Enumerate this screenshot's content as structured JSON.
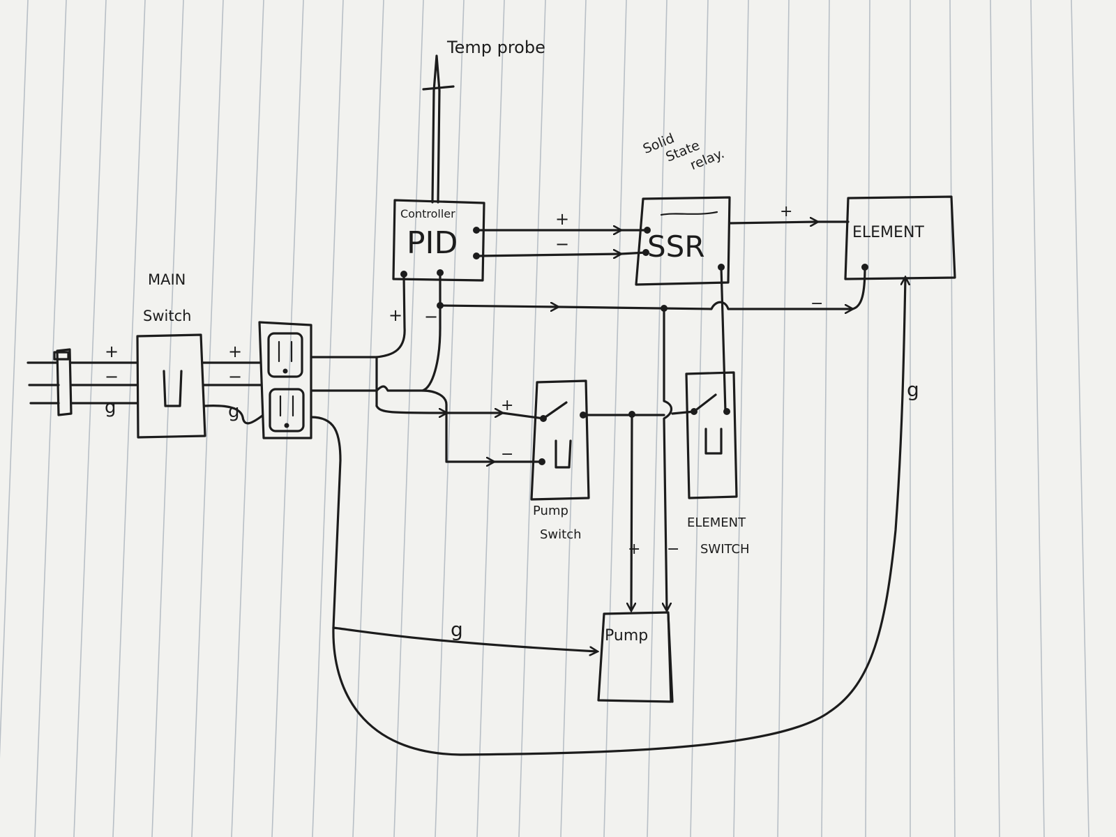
{
  "labels": {
    "temp_probe": "Temp probe",
    "solid_state_relay": [
      "Solid",
      "State",
      "relay."
    ],
    "controller": "Controller",
    "pid": "PID",
    "ssr": "SSR",
    "element": "ELEMENT",
    "main_switch": [
      "MAIN",
      "Switch"
    ],
    "pump_switch": [
      "Pump",
      "Switch"
    ],
    "element_switch": [
      "ELEMENT",
      "SWITCH"
    ],
    "pump": "Pump"
  },
  "wire_marks": {
    "plus": "+",
    "minus": "−",
    "ground": "g"
  },
  "colors": {
    "ink": "#1c1c1c",
    "paper": "#f2f2ef",
    "rule_lines": "#b8bfc6"
  }
}
